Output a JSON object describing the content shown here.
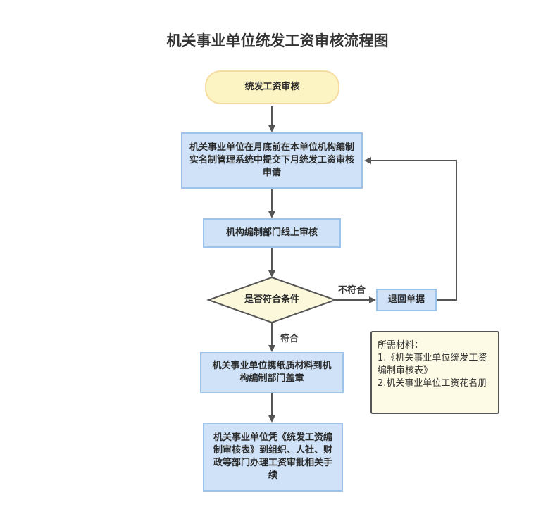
{
  "title": "机关事业单位统发工资审核流程图",
  "nodes": {
    "start": "统发工资审核",
    "submit": "机关事业单位在月底前在本单位机构编制实名制管理系统中提交下月统发工资审核申请",
    "online_review": "机构编制部门线上审核",
    "decision": "是否符合条件",
    "return": "退回单据",
    "stamp": "机关事业单位携纸质材料到机构编制部门盖章",
    "final": "机关事业单位凭《统发工资编制审核表》到组织、人社、财政等部门办理工资审批相关手续"
  },
  "edge_labels": {
    "not_ok": "不符合",
    "ok": "符合"
  },
  "note": {
    "heading": "所需材料：",
    "items": [
      "1.《机关事业单位统发工资编制审核表》",
      "2.机关事业单位工资花名册"
    ]
  },
  "colors": {
    "process_fill": "#cfe2f7",
    "process_border": "#9dc3ea",
    "start_fill": "#fdf4c4",
    "decision_fill": "#fcf8dc",
    "note_fill": "#fdfbe6",
    "arrow": "#555555"
  }
}
